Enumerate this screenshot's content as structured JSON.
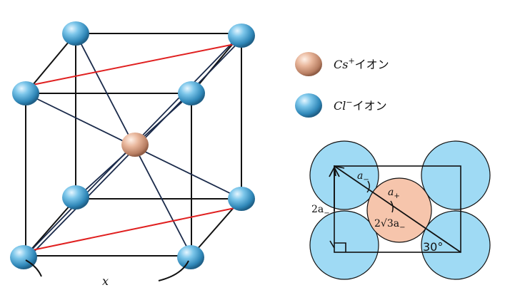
{
  "legend": {
    "cation": {
      "ion": "Cs",
      "sup": "+",
      "suffix": "イオン"
    },
    "anion": {
      "ion": "Cl",
      "sup": "−",
      "suffix": "イオン"
    }
  },
  "cube": {
    "edge_label": "x"
  },
  "section": {
    "label_a_minus": "a",
    "label_a_minus_sub": "−",
    "label_a_plus": "a",
    "label_a_plus_sub": "+",
    "label_side": "2a",
    "label_side_sub": "−",
    "label_diag": "2√3a",
    "label_diag_sub": "−",
    "angle_mark": "30°"
  },
  "colors": {
    "cs_ion": "#e8b8a0",
    "cl_ion": "#5fb3d6",
    "cl_circle": "#9fdaf4",
    "cs_circle": "#f6c5ac",
    "red_line": "#e02020"
  }
}
